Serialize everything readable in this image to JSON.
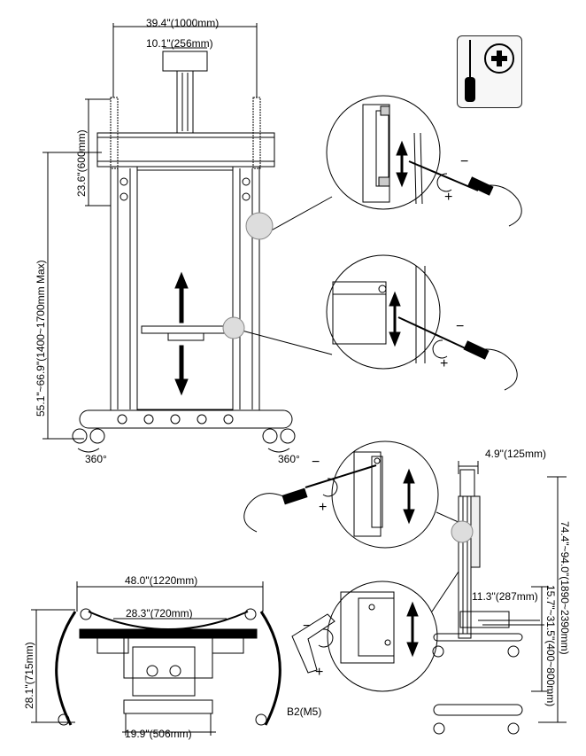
{
  "top_view": {
    "total_width": "39.4\"(1000mm)",
    "mount_width": "10.1\"(256mm)",
    "bracket_height": "23.6\"(600mm)",
    "height_range": "55.1\"~66.9\"(1400~1700mm Max)",
    "caster_left": "360°",
    "caster_right": "360°"
  },
  "screw_detail": {
    "minus": "−",
    "plus": "+"
  },
  "side_view": {
    "depth_top": "4.9\"(125mm)",
    "total_height": "74.4\"~94.0\"(1890~2390mm)",
    "shelf_range": "15.7\"~31.5\"(400~800mm)",
    "shelf_depth": "11.3\"(287mm)"
  },
  "base_view": {
    "base_width": "48.0\"(1220mm)",
    "inner_width": "28.3\"(720mm)",
    "base_depth": "28.1\"(715mm)",
    "rear_width": "19.9\"(506mm)"
  },
  "hex_key": {
    "label": "B2(M5)",
    "minus": "−",
    "plus": "+"
  },
  "icons": {
    "screwdriver": "screwdriver-icon",
    "plus_badge": "phillips-plus-icon"
  }
}
